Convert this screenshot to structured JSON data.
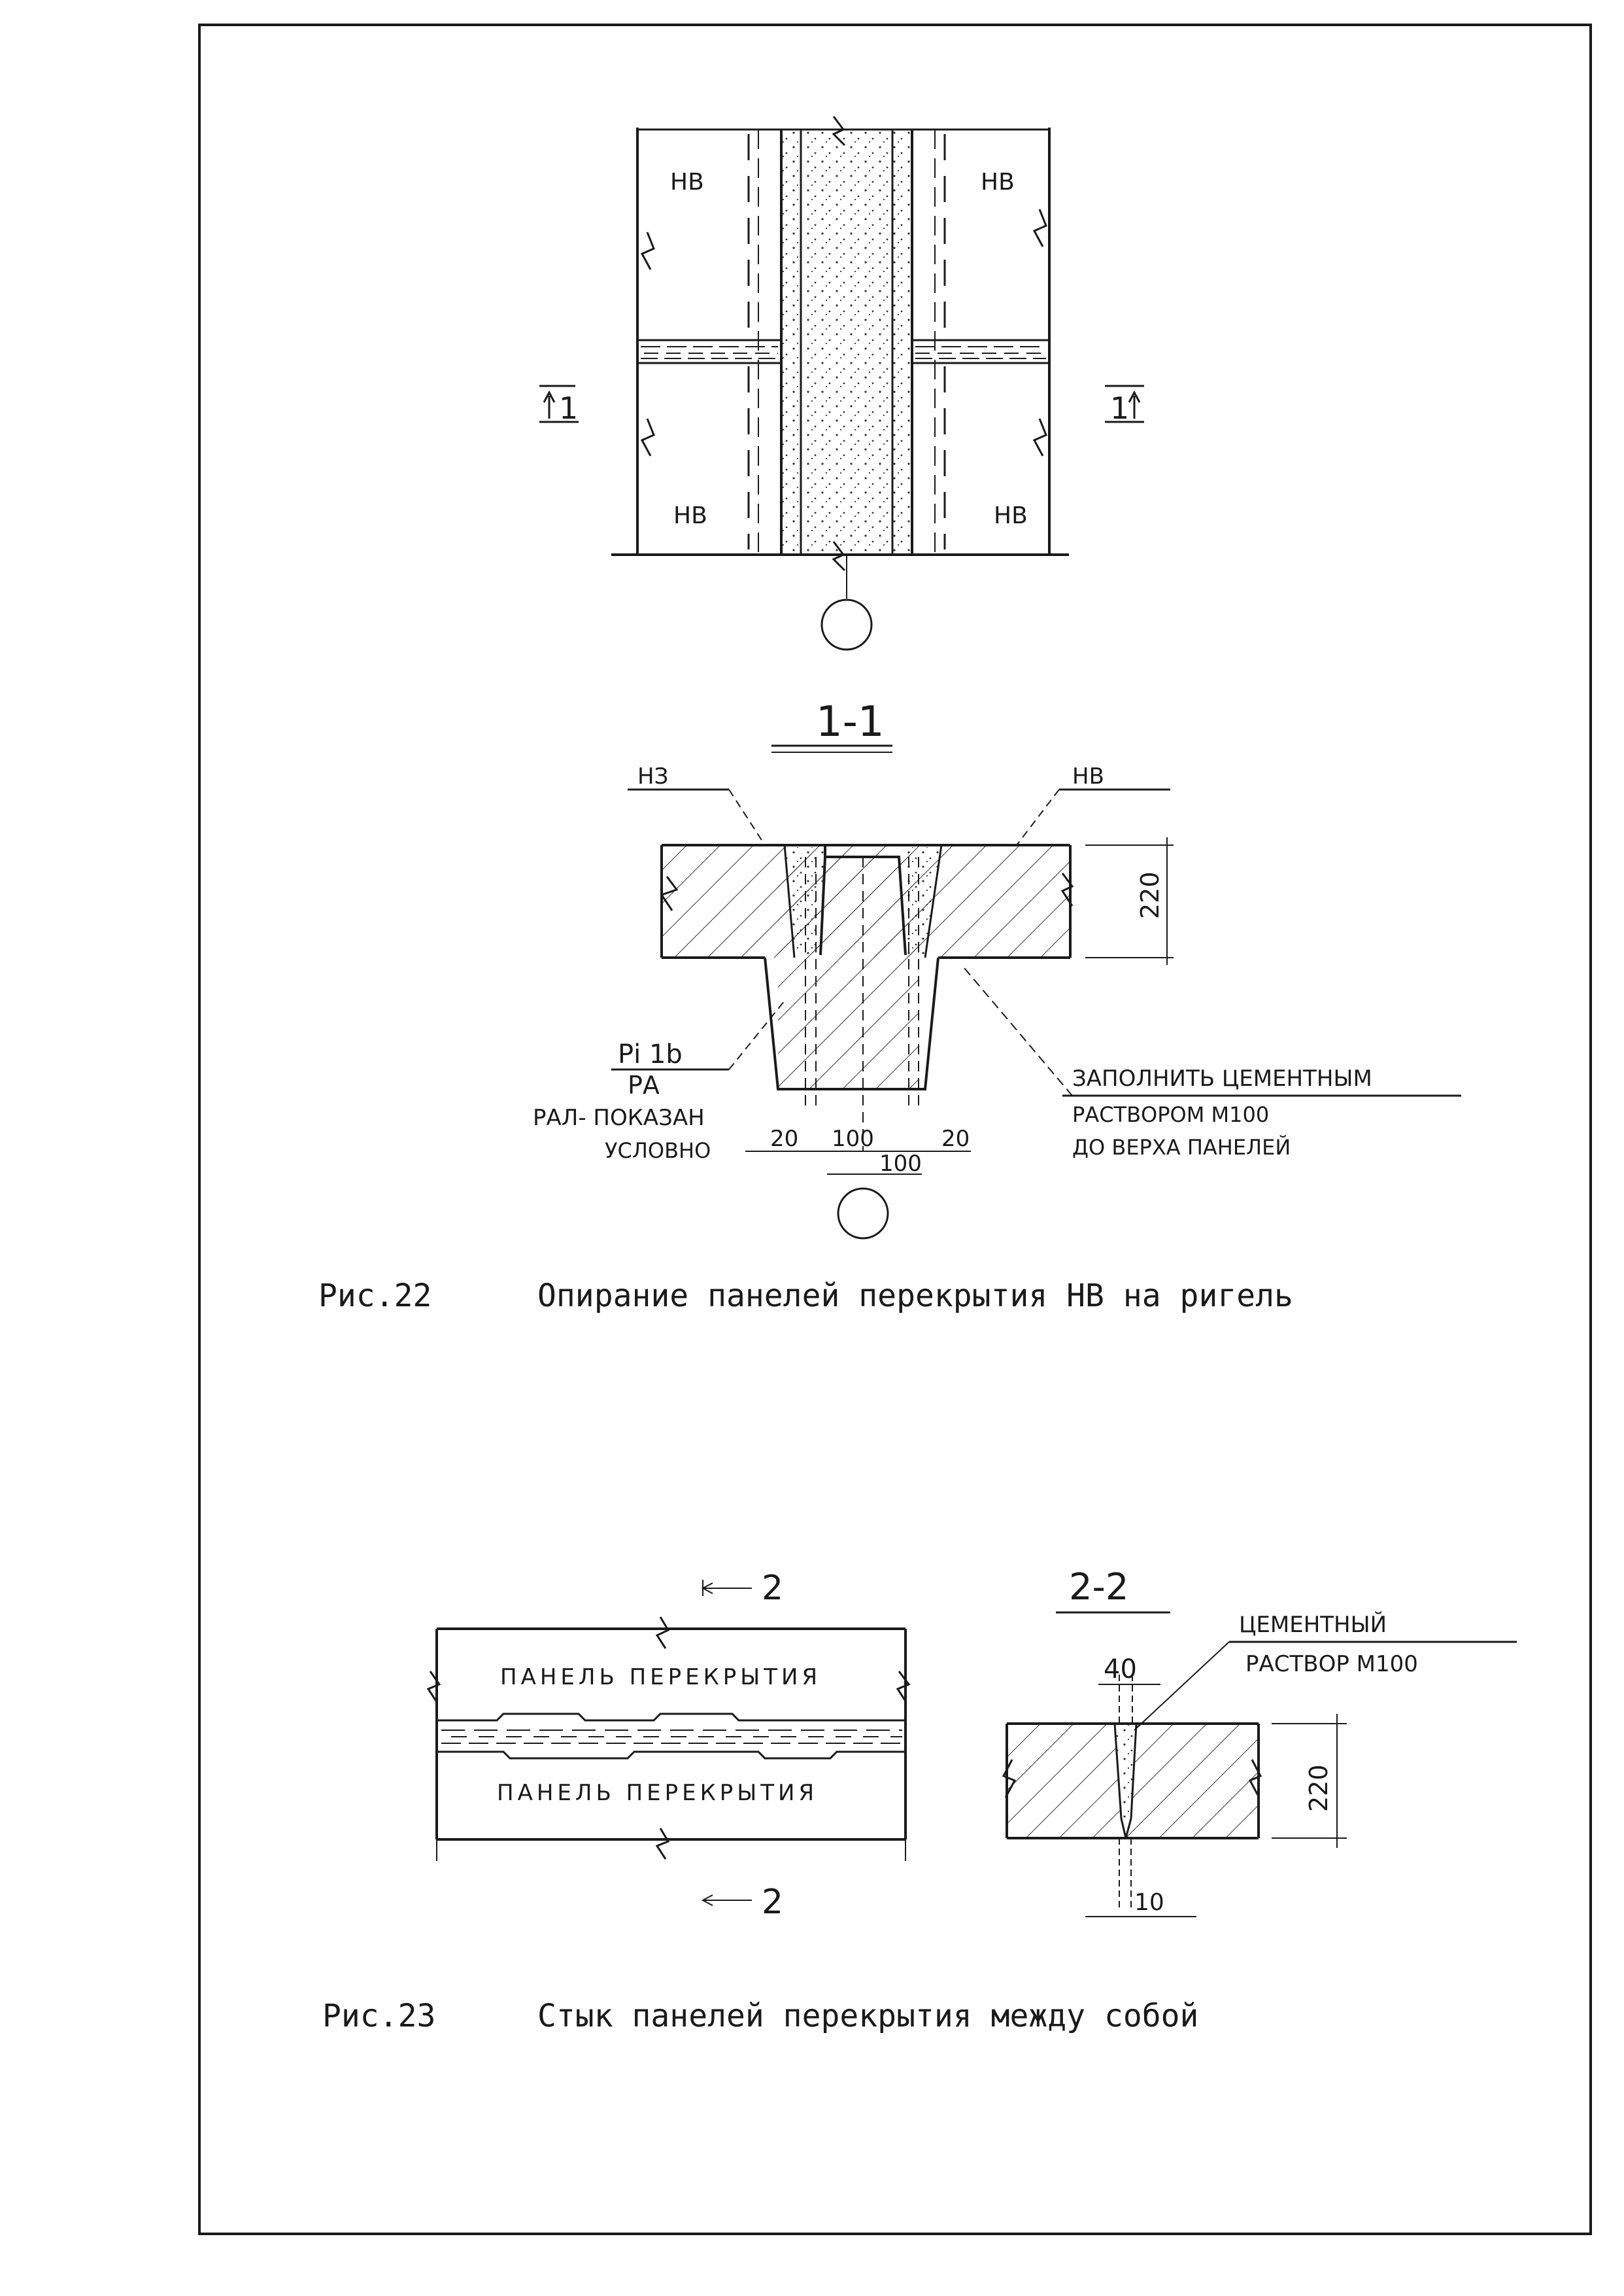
{
  "plan": {
    "panel_labels": [
      "НВ",
      "НВ",
      "НВ",
      "НВ"
    ],
    "section_marker": "1",
    "section_marker_right": "1"
  },
  "section_1_1": {
    "title": "1-1",
    "label_left": "НЗ",
    "label_right": "НВ",
    "height_dim": "220",
    "rebar_label": "Рi 1b",
    "rebar_sub": "РА",
    "note_left_line1": "РАЛ- ПОКАЗАН",
    "note_left_line2": "УСЛОВНО",
    "note_right_line1": "ЗАПОЛНИТЬ ЦЕМЕНТНЫМ",
    "note_right_line2": "РАСТВОРОМ М100",
    "note_right_line3": "ДО ВЕРХА ПАНЕЛЕЙ",
    "dims": [
      "20",
      "100",
      "20",
      "100"
    ]
  },
  "figure22": {
    "number": "Рис.22",
    "caption": "Опирание панелей перекрытия НВ на ригель"
  },
  "plan2": {
    "marker_top": "2",
    "marker_bottom": "2",
    "panel_top_label": "ПАНЕЛЬ ПЕРЕКРЫТИЯ",
    "panel_bottom_label": "ПАНЕЛЬ ПЕРЕКРЫТИЯ"
  },
  "section_2_2": {
    "title": "2-2",
    "note_line1": "ЦЕМЕНТНЫЙ",
    "note_line2": "РАСТВОР М100",
    "dim_top": "40",
    "dim_height": "220",
    "dim_bottom": "10"
  },
  "figure23": {
    "number": "Рис.23",
    "caption": "Стык панелей перекрытия между собой"
  }
}
